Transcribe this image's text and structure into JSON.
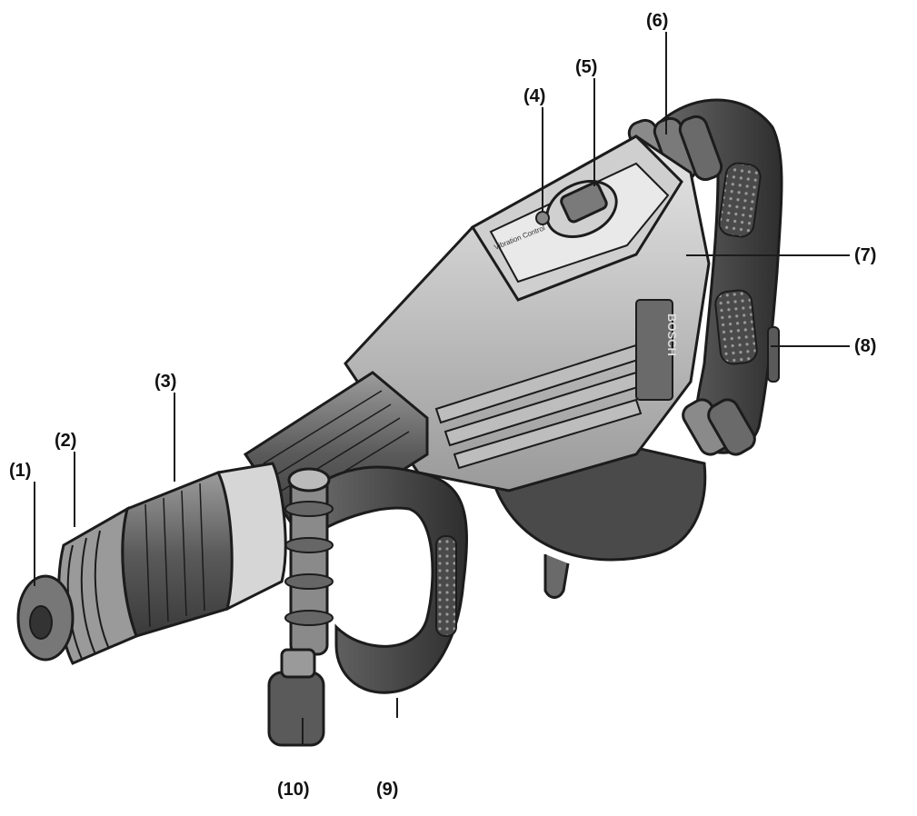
{
  "labels": [
    {
      "id": "1",
      "text": "(1)"
    },
    {
      "id": "2",
      "text": "(2)"
    },
    {
      "id": "3",
      "text": "(3)"
    },
    {
      "id": "4",
      "text": "(4)"
    },
    {
      "id": "5",
      "text": "(5)"
    },
    {
      "id": "6",
      "text": "(6)"
    },
    {
      "id": "7",
      "text": "(7)"
    },
    {
      "id": "8",
      "text": "(8)"
    },
    {
      "id": "9",
      "text": "(9)"
    },
    {
      "id": "10",
      "text": "(10)"
    }
  ],
  "device_text": {
    "brand": "BOSCH",
    "mode_label": "Vibration Control"
  },
  "colors": {
    "body_light": "#d9d9d9",
    "body_mid": "#a8a8a8",
    "body_dark": "#5e5e5e",
    "grip_dark": "#3a3a3a",
    "outline": "#1c1c1c"
  }
}
